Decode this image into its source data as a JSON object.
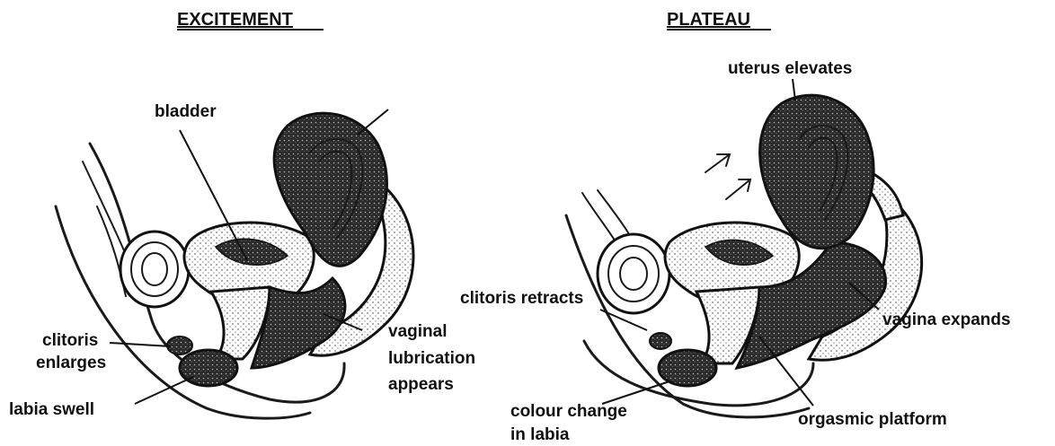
{
  "panels": [
    {
      "title": "EXCITEMENT",
      "labels": {
        "bladder": "bladder",
        "clitoris_1": "clitoris",
        "clitoris_2": "enlarges",
        "vaginal_1": "vaginal",
        "vaginal_2": "lubrication",
        "vaginal_3": "appears",
        "labia": "labia swell"
      }
    },
    {
      "title": "PLATEAU",
      "labels": {
        "uterus": "uterus elevates",
        "clitoris": "clitoris retracts",
        "vagina": "vagina expands",
        "colour_1": "colour change",
        "colour_2": "in labia",
        "platform": "orgasmic platform"
      }
    }
  ]
}
